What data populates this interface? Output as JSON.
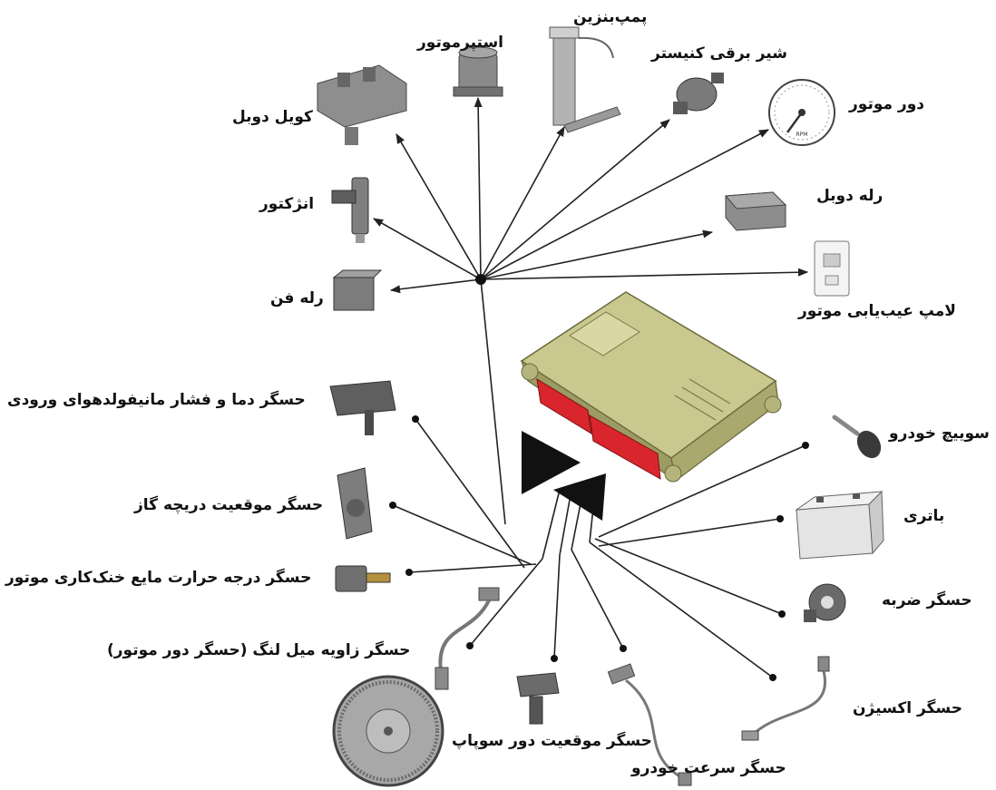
{
  "labels": {
    "coil_double": "کویل دوبل",
    "stepper_motor": "استپرموتور",
    "fuel_pump": "پمپ‌بنزین",
    "canister_valve": "شیر برقی کنیستر",
    "engine_rpm": "دور موتور",
    "injector": "انژکتور",
    "relay_double": "رله دوبل",
    "fan_relay": "رله فن",
    "engine_diag_lamp": "لامپ عیب‌یابی موتور",
    "map_sensor": "حسگر دما و فشار مانیفولدهوای ورودی",
    "ignition_switch": "سوییچ خودرو",
    "throttle_sensor": "حسگر موقعیت دریچه گاز",
    "battery": "باتری",
    "coolant_temp_sensor": "حسگر درجه حرارت مایع خنک‌کاری موتور",
    "knock_sensor": "حسگر ضربه",
    "crank_sensor": "حسگر زاویه میل لنگ (حسگر دور موتور)",
    "oxygen_sensor": "حسگر اکسیژن",
    "cam_sensor": "حسگر موقعیت دور سوپاپ",
    "speed_sensor": "حسگر سرعت خودرو"
  },
  "tachometer": {
    "dial_text": "RPM"
  },
  "colors": {
    "ecu_body": "#b8b77a",
    "ecu_connector": "#d8262c",
    "component_gray": "#8e8e8e",
    "wire": "#222222"
  }
}
